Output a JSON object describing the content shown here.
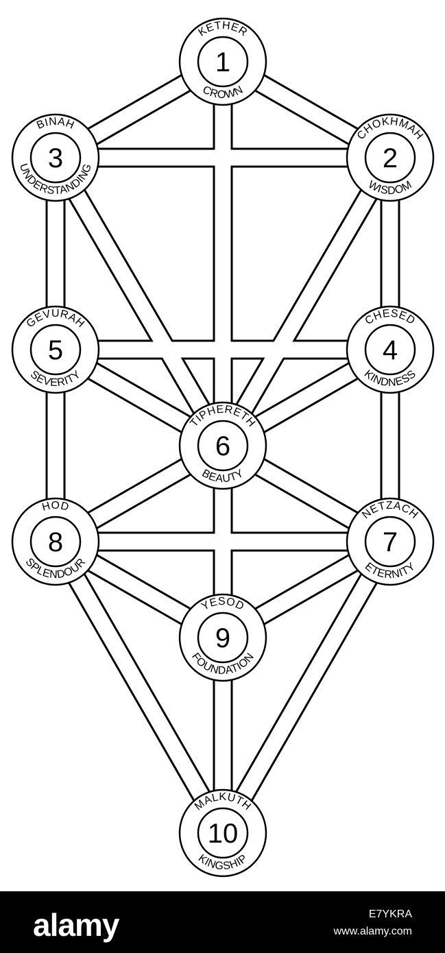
{
  "sephirot": [
    {
      "id": 1,
      "name": "KETHER",
      "meaning": "CROWN",
      "numeral": "1"
    },
    {
      "id": 2,
      "name": "CHOKHMAH",
      "meaning": "WISDOM",
      "numeral": "2"
    },
    {
      "id": 3,
      "name": "BINAH",
      "meaning": "UNDERSTANDING",
      "numeral": "3"
    },
    {
      "id": 4,
      "name": "CHESED",
      "meaning": "KINDNESS",
      "numeral": "4"
    },
    {
      "id": 5,
      "name": "GEVURAH",
      "meaning": "SEVERITY",
      "numeral": "5"
    },
    {
      "id": 6,
      "name": "TIPHERETH",
      "meaning": "BEAUTY",
      "numeral": "6"
    },
    {
      "id": 7,
      "name": "NETZACH",
      "meaning": "ETERNITY",
      "numeral": "7"
    },
    {
      "id": 8,
      "name": "HOD",
      "meaning": "SPLENDOUR",
      "numeral": "8"
    },
    {
      "id": 9,
      "name": "YESOD",
      "meaning": "FOUNDATION",
      "numeral": "9"
    },
    {
      "id": 10,
      "name": "MALKUTH",
      "meaning": "KINGSHIP",
      "numeral": "10"
    }
  ],
  "paths": [
    [
      1,
      2
    ],
    [
      1,
      3
    ],
    [
      1,
      6
    ],
    [
      2,
      3
    ],
    [
      2,
      4
    ],
    [
      2,
      6
    ],
    [
      3,
      5
    ],
    [
      3,
      6
    ],
    [
      4,
      5
    ],
    [
      4,
      6
    ],
    [
      4,
      7
    ],
    [
      5,
      6
    ],
    [
      5,
      8
    ],
    [
      6,
      7
    ],
    [
      6,
      8
    ],
    [
      6,
      9
    ],
    [
      7,
      8
    ],
    [
      7,
      9
    ],
    [
      7,
      10
    ],
    [
      8,
      9
    ],
    [
      8,
      10
    ],
    [
      9,
      10
    ]
  ],
  "watermark": {
    "logo": "alamy",
    "image_id": "E7YKRA",
    "site": "www.alamy.com"
  },
  "colors": {
    "stroke": "#000000",
    "fill": "#ffffff",
    "watermark_bg": "#000000",
    "watermark_text": "#ffffff"
  }
}
